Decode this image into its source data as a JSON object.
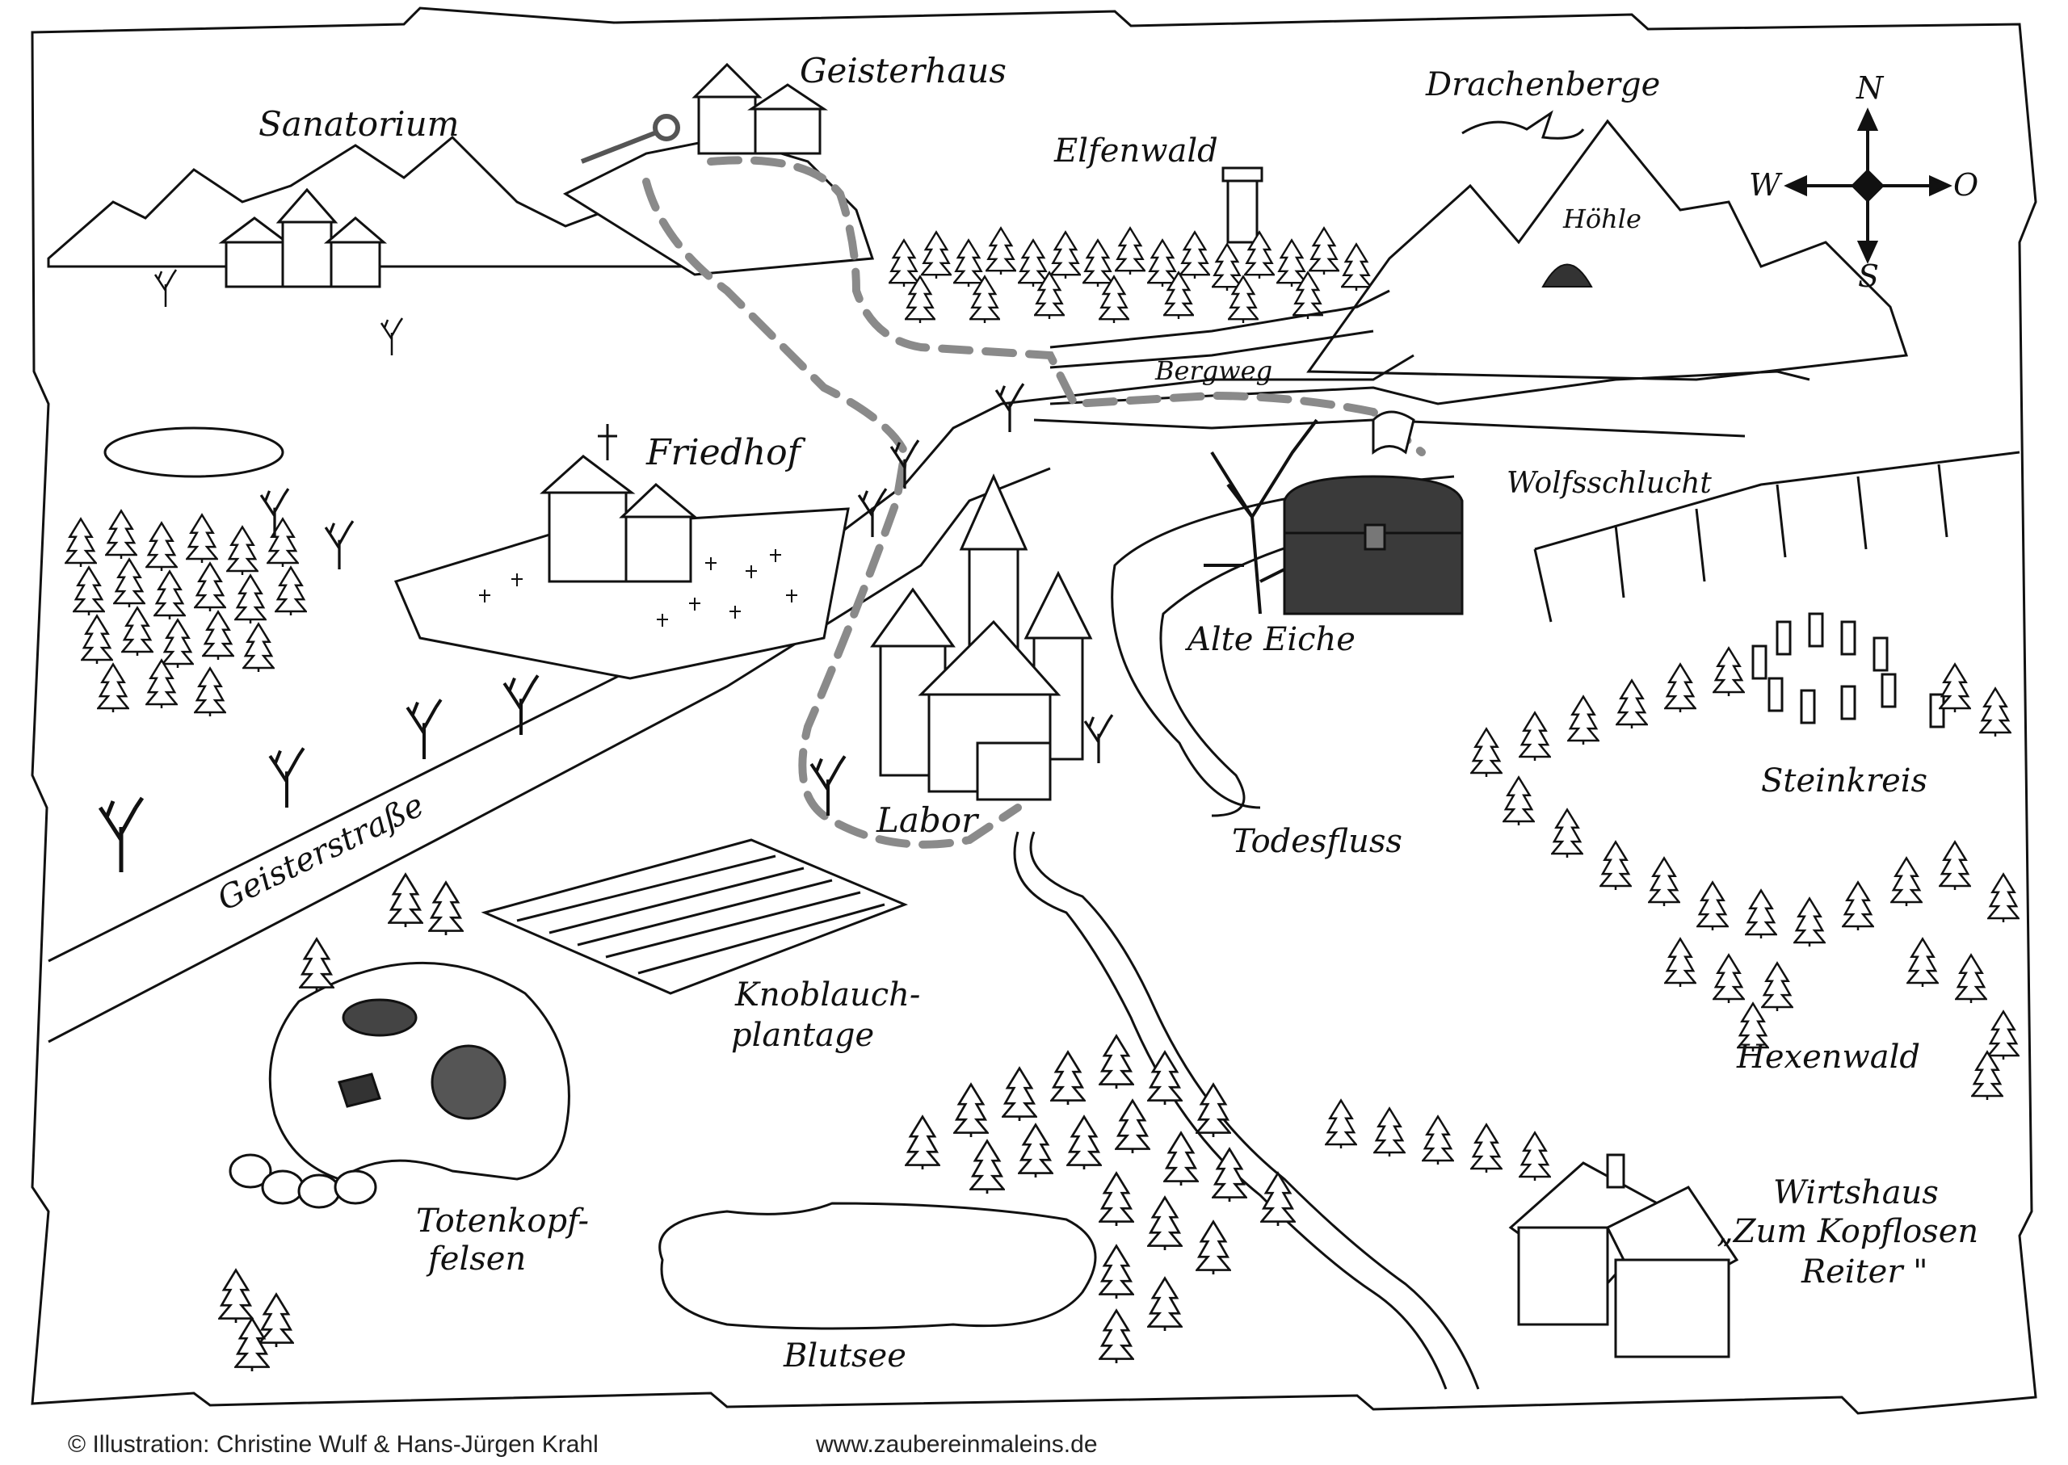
{
  "map": {
    "compass": {
      "n": "N",
      "s": "S",
      "w": "W",
      "o": "O"
    },
    "places": {
      "sanatorium": "Sanatorium",
      "geisterhaus": "Geisterhaus",
      "elfenwald": "Elfenwald",
      "drachenberge": "Drachenberge",
      "hoehle": "Höhle",
      "bergweg": "Bergweg",
      "friedhof": "Friedhof",
      "wolfsschlucht": "Wolfsschlucht",
      "alte_eiche": "Alte Eiche",
      "labor": "Labor",
      "todesfluss": "Todesfluss",
      "steinkreis": "Steinkreis",
      "geisterstrasse": "Geisterstraße",
      "knoblauch_line1": "Knoblauch-",
      "knoblauch_line2": "plantage",
      "hexenwald": "Hexenwald",
      "totenkopf_line1": "Totenkopf-",
      "totenkopf_line2": "felsen",
      "wirtshaus_line1": "Wirtshaus",
      "wirtshaus_line2": "„Zum Kopflosen",
      "wirtshaus_line3": "Reiter \"",
      "blutsee": "Blutsee"
    }
  },
  "footer": {
    "credit": "© Illustration: Christine Wulf & Hans-Jürgen Krahl",
    "website": "www.zaubereinmaleins.de"
  },
  "colors": {
    "ink": "#111111",
    "paper": "#ffffff",
    "route": "#8a8a8a",
    "chest": "#3a3a3a"
  }
}
